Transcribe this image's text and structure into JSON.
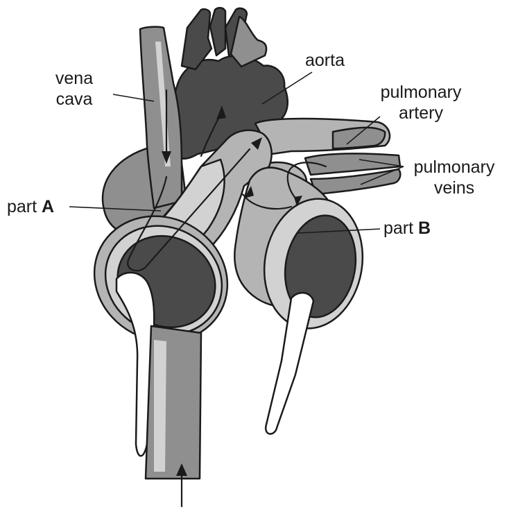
{
  "labels": {
    "vena_cava_line1": "vena",
    "vena_cava_line2": "cava",
    "aorta": "aorta",
    "pulmonary_artery_line1": "pulmonary",
    "pulmonary_artery_line2": "artery",
    "pulmonary_veins_line1": "pulmonary",
    "pulmonary_veins_line2": "veins",
    "part_a_prefix": "part",
    "part_a_letter": "A",
    "part_b_prefix": "part",
    "part_b_letter": "B"
  },
  "colors": {
    "outline": "#1a1a1a",
    "dark_chamber": "#4a4a4a",
    "mid_grey": "#8f8f8f",
    "light_grey": "#b4b4b4",
    "pale_grey": "#d2d2d2",
    "tube_white": "#ffffff"
  }
}
